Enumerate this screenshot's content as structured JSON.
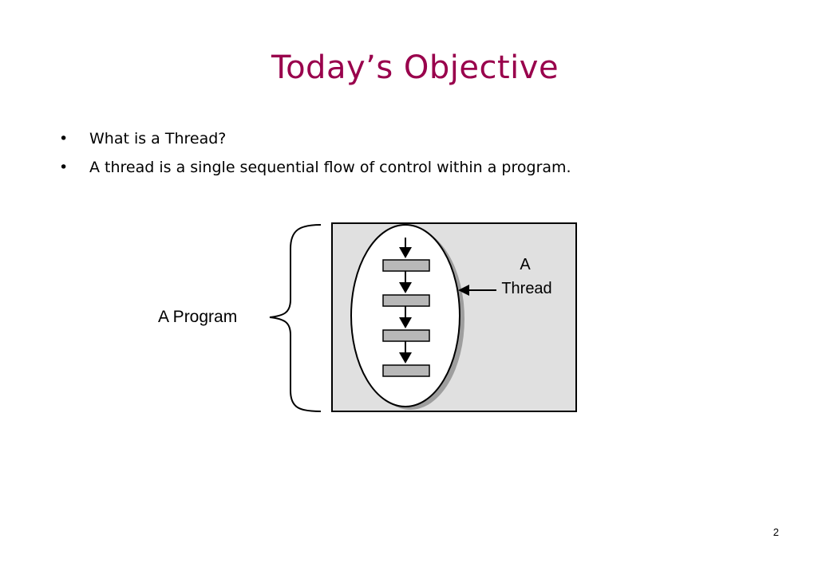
{
  "slide": {
    "title": "Today’s Objective",
    "bullets": [
      "What is a Thread?",
      "A thread is a single sequential flow of control within a program."
    ],
    "bullet_glyph": "•",
    "page_number": "2"
  },
  "diagram": {
    "program_label": "A Program",
    "thread_label_line1": "A",
    "thread_label_line2": "Thread",
    "colors": {
      "program_box": "#e0e0e0",
      "thread_oval": "#ffffff",
      "step_fill": "#b8b8b8",
      "stroke": "#000000"
    }
  }
}
